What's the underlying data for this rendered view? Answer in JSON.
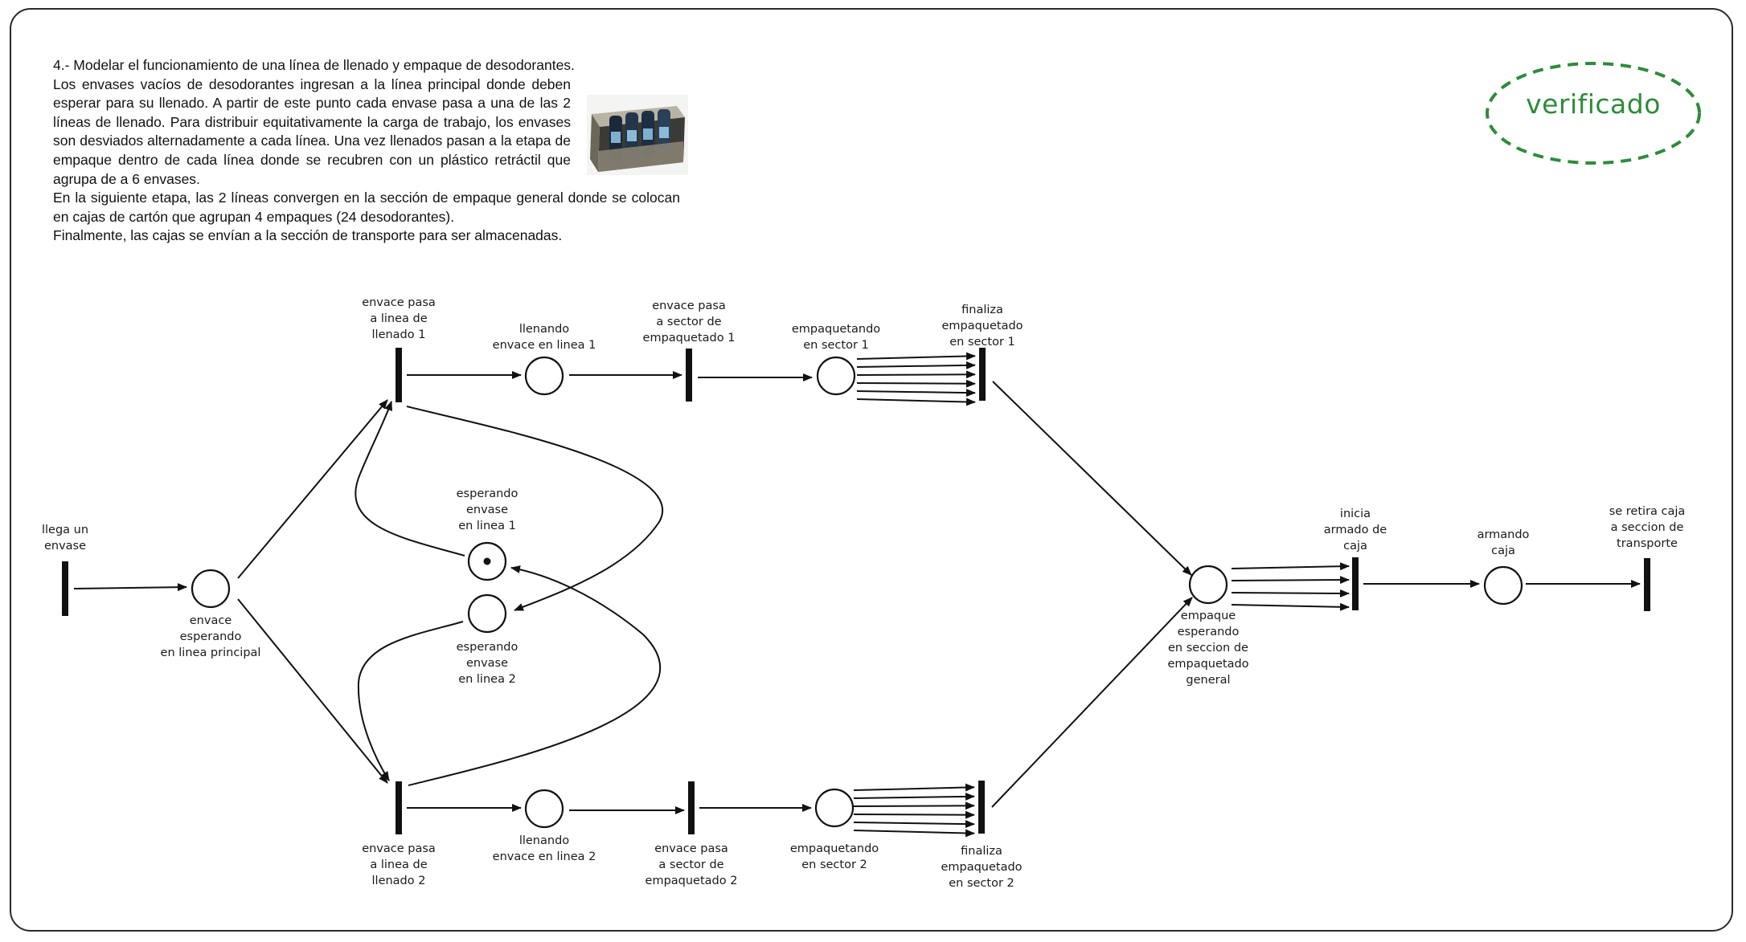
{
  "problem": {
    "title": "4.- Modelar el funcionamiento de una línea de llenado y empaque de desodorantes.",
    "paragraph1": "Los envases vacíos de desodorantes ingresan a la línea principal donde deben esperar para su llenado. A partir de este punto cada envase pasa a una de las 2 líneas de llenado. Para distribuir equitativamente la carga de trabajo, los envases son desviados alternadamente a cada línea. Una vez llenados pasan a la etapa de empaque dentro de cada línea donde se recubren con un plástico retráctil que agrupa de a 6 envases.",
    "paragraph2": "En la siguiente etapa, las 2 líneas convergen en la sección de empaque general donde se colocan en cajas de cartón que agrupan 4 empaques (24 desodorantes).",
    "paragraph3": "Finalmente, las cajas se envían a la sección de transporte para ser almacenadas."
  },
  "stamp": {
    "text": "verificado",
    "color": "#2e8b3a"
  },
  "photo": {
    "icon": "deodorant-pack-photo"
  },
  "petri_net": {
    "transitions": {
      "t_arrival": "llega un\nenvase",
      "t_line1": "envace pasa\na linea de\nllenado 1",
      "t_line2": "envace pasa\na linea de\nllenado 2",
      "t_sector1": "envace pasa\na sector de\nempaquetado 1",
      "t_sector2": "envace pasa\na sector de\nempaquetado 2",
      "t_finish1": "finaliza\nempaquetado\nen sector 1",
      "t_finish2": "finaliza\nempaquetado\nen sector 2",
      "t_box": "inicia\narmado de\ncaja",
      "t_transport": "se retira caja\na seccion de\ntransporte"
    },
    "places": {
      "p_main": "envace\nesperando\nen linea principal",
      "p_wait1": "esperando\nenvase\nen linea 1",
      "p_wait2": "esperando\nenvase\nen linea 2",
      "p_fill1": "llenando\nenvace en linea 1",
      "p_fill2": "llenando\nenvace en linea 2",
      "p_pack1": "empaquetando\nen sector 1",
      "p_pack2": "empaquetando\nen sector 2",
      "p_general": "empaque\nesperando\nen seccion de\nempaquetado\ngeneral",
      "p_building": "armando\ncaja"
    },
    "initial_tokens": {
      "p_wait1": 1
    },
    "arc_weights": {
      "pack_to_finish": 6,
      "general_to_box": 4
    }
  }
}
